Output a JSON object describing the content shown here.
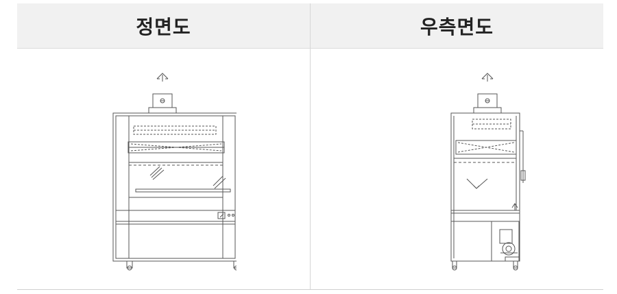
{
  "headers": {
    "front": "정면도",
    "side": "우측면도"
  },
  "icons": {
    "front_drawing": "fume-hood-front-elevation",
    "side_drawing": "fume-hood-right-side-elevation"
  },
  "colors": {
    "header_bg": "#f1f1f1",
    "line": "#555555",
    "divider": "#d6d6d6"
  }
}
